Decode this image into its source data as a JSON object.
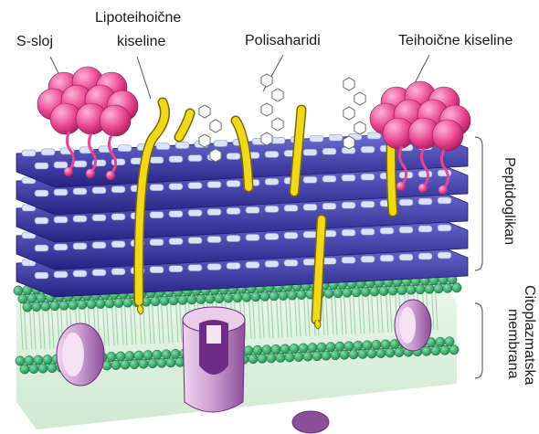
{
  "labels": {
    "s_layer": "S-sloj",
    "lipoteichoic_line1": "Lipoteihoične",
    "lipoteichoic_line2": "kiseline",
    "polysaccharides": "Polisaharidi",
    "teichoic": "Teihoične kiseline",
    "peptidoglycan": "Peptidoglikan",
    "membrane_line1": "Citoplazmatska",
    "membrane_line2": "membrana"
  },
  "colors": {
    "s_layer_protein": "#e8458f",
    "acid_chains": "#e6cc1a",
    "peptidoglycan_layer": "#3c3aa0",
    "peptidoglycan_glycan": "#c9d3f5",
    "membrane_heads": "#2fae6b",
    "membrane_tails": "#dff3e2",
    "membrane_protein": "#7b3f8f"
  }
}
